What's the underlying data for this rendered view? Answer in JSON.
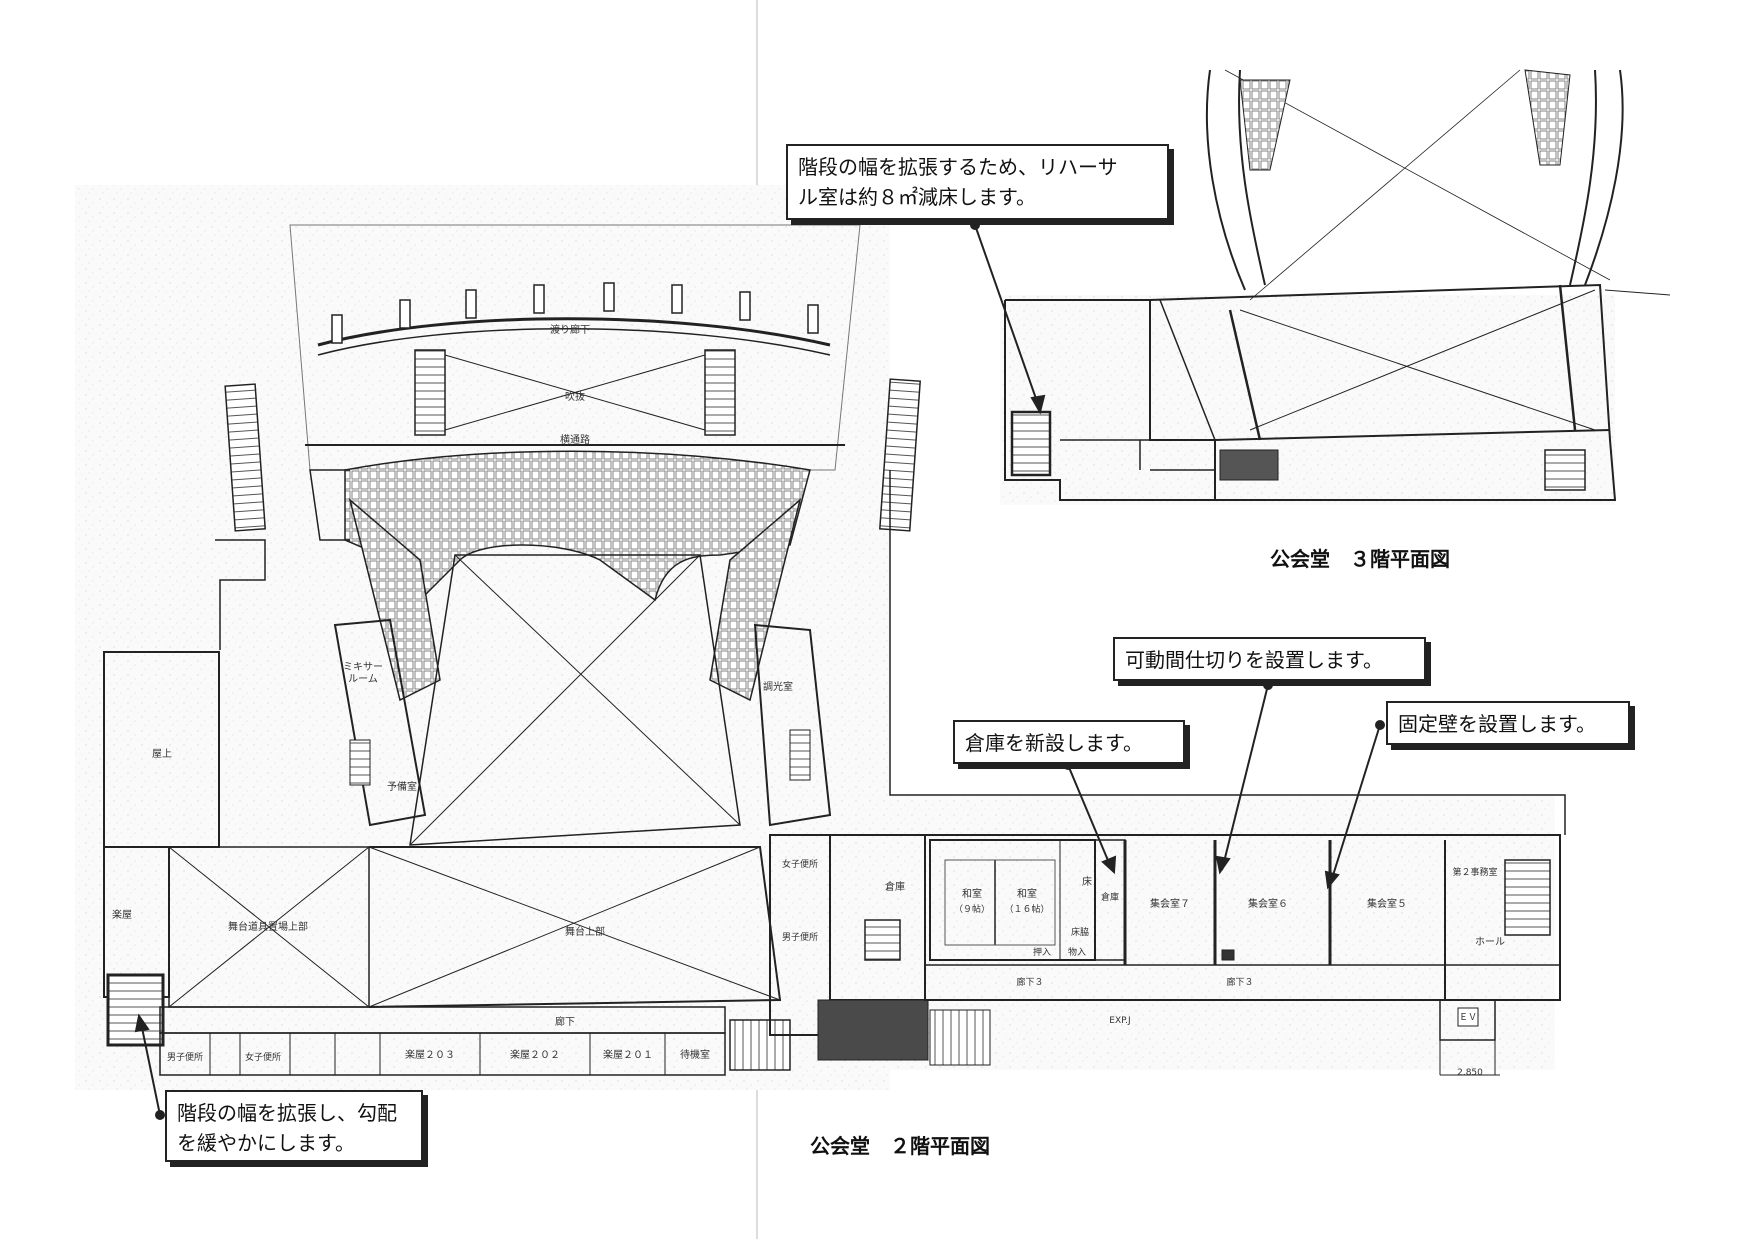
{
  "captions": {
    "floor3": "公会堂　３階平面図",
    "floor2": "公会堂　２階平面図"
  },
  "callouts": {
    "rehearsal": {
      "line1": "階段の幅を拡張するため、リハーサ",
      "line2": "ル室は約８㎡減床します。"
    },
    "partition": {
      "line1": "可動間仕切りを設置します。"
    },
    "storage": {
      "line1": "倉庫を新設します。"
    },
    "wall": {
      "line1": "固定壁を設置します。"
    },
    "stairs": {
      "line1": "階段の幅を拡張し、勾配",
      "line2": "を緩やかにします。"
    }
  },
  "rooms": {
    "corridor_upper": "渡り廊下",
    "void": "吹抜",
    "aisle": "横通路",
    "mixer": "ミキサー",
    "mixer2": "ルーム",
    "lighting": "調光室",
    "prep": "予備室",
    "roof": "屋上",
    "green_room": "楽屋",
    "props_upper": "舞台上部",
    "stage_upper": "舞台上部",
    "equip_upper": "舞台道具置場上部",
    "corridor": "廊下",
    "gakuya203": "楽屋２０３",
    "gakuya202": "楽屋２０２",
    "gakuya201": "楽屋２０１",
    "waiting": "待機室",
    "toilet_m": "男子便所",
    "toilet_f": "女子便所",
    "womens_toilet": "女子便所",
    "mens_toilet": "男子便所",
    "storage_room": "倉庫",
    "washitsu1": "和室",
    "washitsu1b": "（９帖）",
    "washitsu2": "和室",
    "washitsu2b": "（１６帖）",
    "tokonoma": "床",
    "oshiire": "押入",
    "souko2": "倉庫",
    "toko2": "床脇",
    "mizuya": "物入",
    "shuukai7": "集会室７",
    "shuukai6": "集会室６",
    "shuukai5": "集会室５",
    "jimushitsu": "第２事務室",
    "hall": "ホール",
    "roka3a": "廊下３",
    "roka3b": "廊下３",
    "ev": "ＥＶ",
    "exp": "EXP.J",
    "level": "2.850"
  }
}
